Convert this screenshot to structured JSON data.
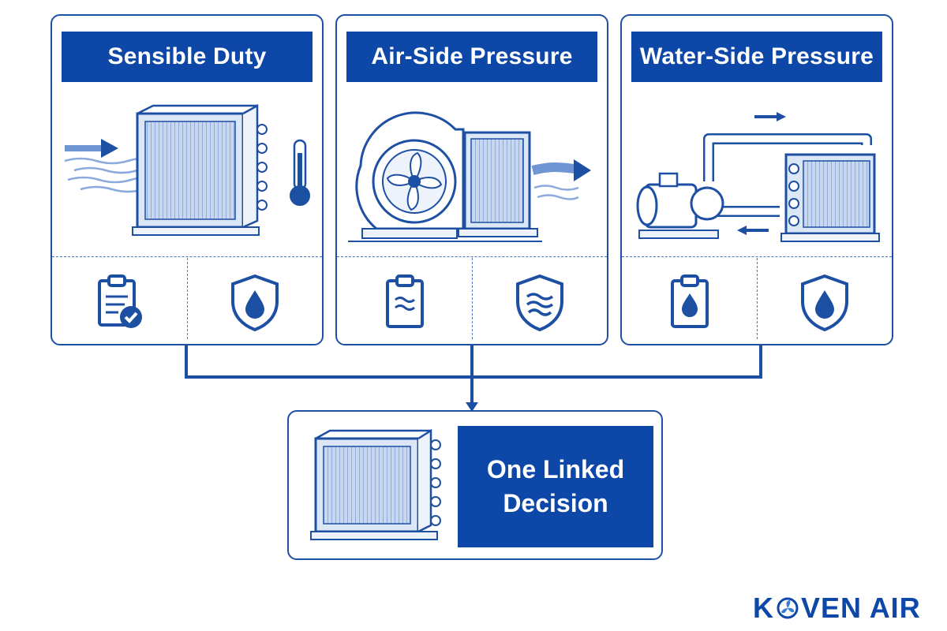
{
  "panels": [
    {
      "title": "Sensible Duty",
      "illustration": "airflow-through-coil-with-thermometer",
      "icons": [
        "clipboard-check-icon",
        "shield-drop-icon"
      ]
    },
    {
      "title": "Air-Side Pressure",
      "illustration": "fan-blower-with-coil",
      "icons": [
        "clipboard-airflow-icon",
        "shield-airflow-icon"
      ]
    },
    {
      "title": "Water-Side Pressure",
      "illustration": "pump-piping-to-coil",
      "icons": [
        "clipboard-drop-icon",
        "shield-drop-icon"
      ]
    }
  ],
  "result": {
    "title_line1": "One Linked",
    "title_line2": "Decision"
  },
  "brand": {
    "part1": "K",
    "part2": "VEN AIR"
  },
  "colors": {
    "primary": "#0d47a8",
    "line": "#1d4fa3",
    "light": "#b8cdeb"
  }
}
